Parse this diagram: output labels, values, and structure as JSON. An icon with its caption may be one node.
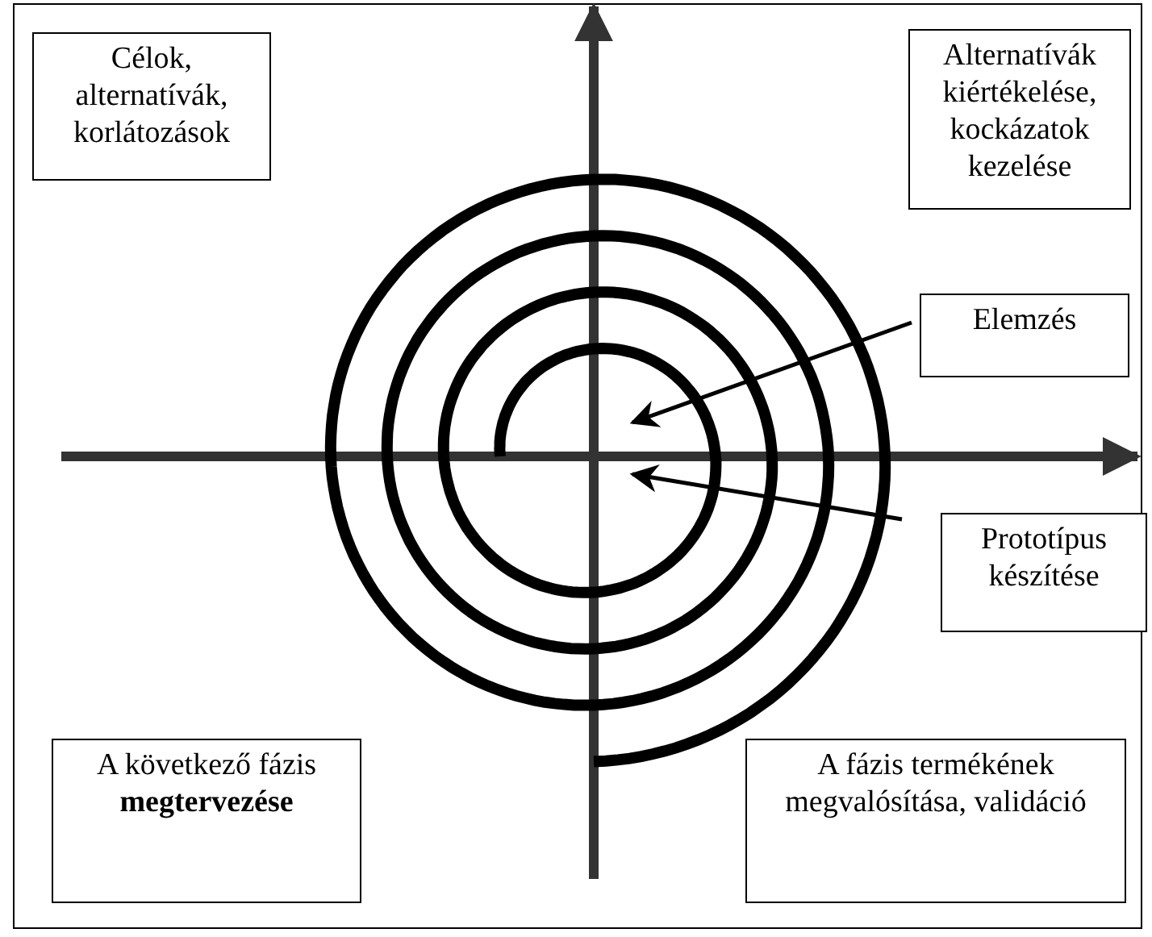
{
  "diagram": {
    "nodes": [
      {
        "text": [
          "Célok, alternatívák, korlátozások"
        ]
      },
      {
        "text": [
          "Alternatívák kiértékelése, kockázatok kezelése"
        ]
      },
      {
        "text": [
          "Elemzés"
        ]
      },
      {
        "text": [
          "Prototípus készítése"
        ]
      },
      {
        "text": [
          "A következő fázis **megtervezése**"
        ]
      },
      {
        "text": [
          "A fázis termékének megvalósítása, validáció"
        ]
      }
    ],
    "edges": [
      {
        "from": 2,
        "to": null,
        "arrow": "to"
      },
      {
        "from": 3,
        "to": null,
        "arrow": "to"
      }
    ]
  }
}
